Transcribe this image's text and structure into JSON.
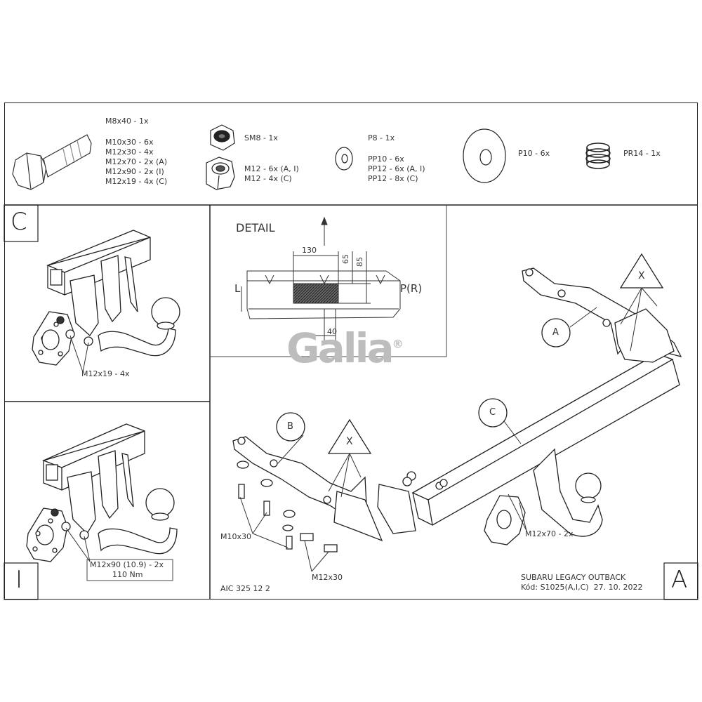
{
  "parts": {
    "bolt_m8": "M8x40 - 1x",
    "bolts_list": [
      "M10x30 - 6x",
      "M12x30 - 4x",
      "M12x70 - 2x (A)",
      "M12x90 - 2x (I)",
      "M12x19 - 4x (C)"
    ],
    "nut_sm8": "SM8 - 1x",
    "nuts_m12": [
      "M12 - 6x (A, I)",
      "M12 - 4x (C)"
    ],
    "washer_p8": "P8 - 1x",
    "washers_pp": [
      "PP10 - 6x",
      "PP12 - 6x (A, I)",
      "PP12 - 8x (C)"
    ],
    "washer_p10": "P10 - 6x",
    "spring_pr14": "PR14 - 1x"
  },
  "panel_c": {
    "letter": "C",
    "bolt_label": "M12x19 - 4x"
  },
  "panel_i": {
    "letter": "I",
    "bolt_label": "M12x90 (10.9) - 2x",
    "torque": "110 Nm"
  },
  "detail": {
    "title": "DETAIL",
    "dim_130": "130",
    "dim_65": "65",
    "dim_85": "85",
    "dim_40": "40",
    "left": "L",
    "right": "P(R)"
  },
  "logo": {
    "text": "Galia",
    "mark": "®"
  },
  "panel_a": {
    "letter": "A",
    "callout_a": "A",
    "callout_b": "B",
    "callout_c": "C",
    "callout_x1": "X",
    "callout_x2": "X",
    "label_m10x30": "M10x30",
    "label_m12x30": "M12x30",
    "label_m12x70": "M12x70 - 2x",
    "doc_code": "AIC 325 12 2",
    "vehicle": "SUBARU LEGACY OUTBACK",
    "kod": "Kód: S1025(A,I,C)  27. 10. 2022"
  }
}
